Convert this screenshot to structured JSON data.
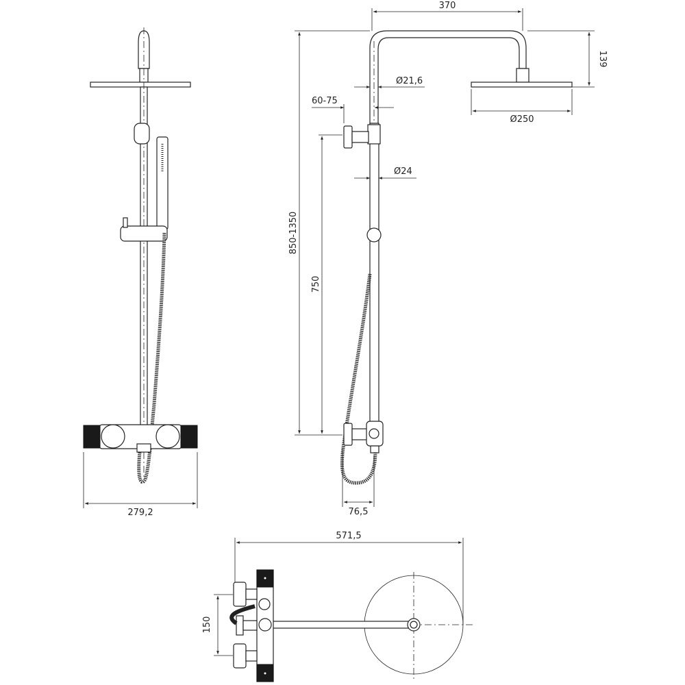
{
  "drawing": {
    "front_view": {
      "width_label": "279,2"
    },
    "side_view": {
      "arm_length_label": "370",
      "head_drop_label": "139",
      "head_diameter_label": "Ø250",
      "upper_pipe_diameter_label": "Ø21,6",
      "offset_label": "60-75",
      "lower_pipe_diameter_label": "Ø24",
      "height_range_label": "850-1350",
      "height_label": "750",
      "depth_label": "76,5"
    },
    "top_view": {
      "total_depth_label": "571,5",
      "inlet_spacing_label": "150"
    }
  }
}
